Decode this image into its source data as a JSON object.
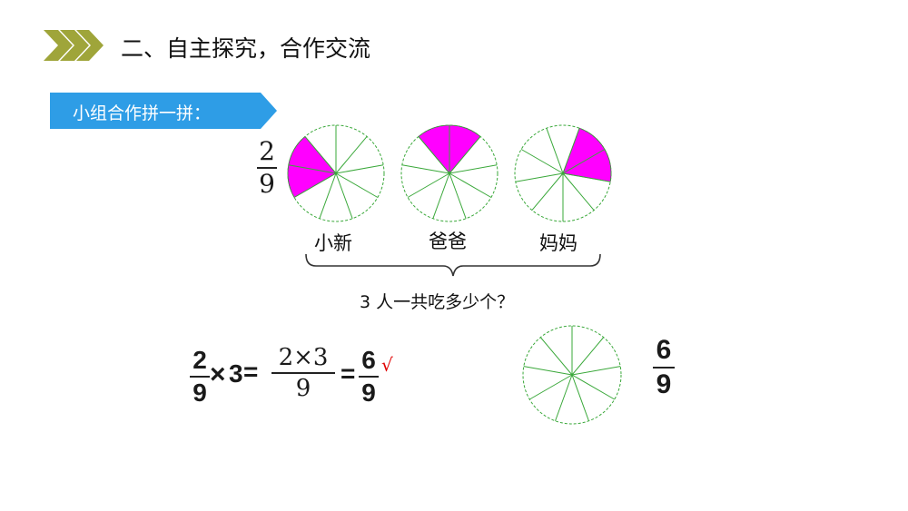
{
  "header": {
    "title": "二、自主探究，合作交流",
    "chevron_color": "#9fa53a"
  },
  "banner": {
    "label": "小组合作拼一拼：",
    "color": "#2e9de6"
  },
  "given_fraction": {
    "numerator": "2",
    "denominator": "9"
  },
  "circles": [
    {
      "name": "小新",
      "shaded_sectors": 2
    },
    {
      "name": "爸爸",
      "shaded_sectors": 2
    },
    {
      "name": "妈妈",
      "shaded_sectors": 2
    }
  ],
  "circle_sectors": 9,
  "shade_color": "#ff00ff",
  "line_color": "#3aa83a",
  "question": "3 人一共吃多少个？",
  "equation": {
    "lhs": {
      "numerator": "2",
      "denominator": "9"
    },
    "times": "×",
    "multiplier": "3",
    "equals": "=",
    "mid": {
      "numerator": "2×3",
      "denominator": "9"
    },
    "equals2": "=",
    "result": {
      "numerator": "6",
      "denominator": "9"
    },
    "check": "√"
  },
  "answer_fraction": {
    "numerator": "6",
    "denominator": "9"
  }
}
